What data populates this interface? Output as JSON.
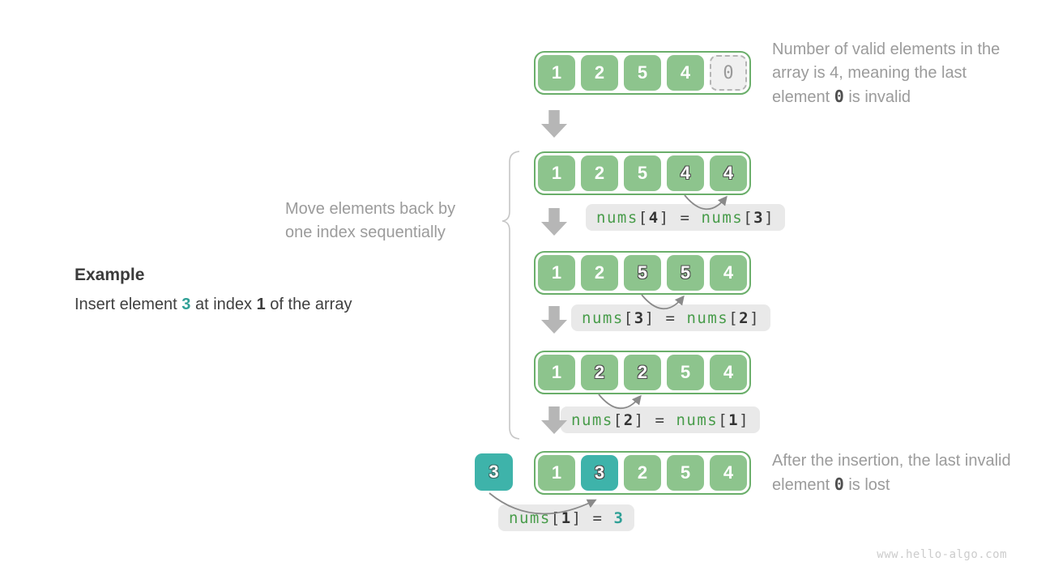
{
  "example": {
    "title": "Example",
    "text_pre": "Insert element ",
    "insert_value": "3",
    "text_mid": " at index ",
    "insert_index": "1",
    "text_post": " of the array"
  },
  "notes": {
    "top": {
      "pre": "Number of valid elements in the array is 4, meaning the last element ",
      "code": "0",
      "post": " is invalid"
    },
    "bottom": {
      "pre": "After the insertion, the last invalid element ",
      "code": "0",
      "post": " is lost"
    },
    "brace_line1": "Move elements back by",
    "brace_line2": "one index sequentially"
  },
  "inserted_value": "3",
  "arrays": [
    {
      "cells": [
        "1",
        "2",
        "5",
        "4",
        "0"
      ]
    },
    {
      "cells": [
        "1",
        "2",
        "5",
        "4",
        "4"
      ]
    },
    {
      "cells": [
        "1",
        "2",
        "5",
        "5",
        "4"
      ]
    },
    {
      "cells": [
        "1",
        "2",
        "2",
        "5",
        "4"
      ]
    },
    {
      "cells": [
        "1",
        "3",
        "2",
        "5",
        "4"
      ]
    }
  ],
  "operations": [
    {
      "fn1": "nums",
      "open1": "[",
      "idx1": "4",
      "mid": "] = ",
      "fn2": "nums",
      "open2": "[",
      "idx2": "3",
      "close2": "]"
    },
    {
      "fn1": "nums",
      "open1": "[",
      "idx1": "3",
      "mid": "] = ",
      "fn2": "nums",
      "open2": "[",
      "idx2": "2",
      "close2": "]"
    },
    {
      "fn1": "nums",
      "open1": "[",
      "idx1": "2",
      "mid": "] = ",
      "fn2": "nums",
      "open2": "[",
      "idx2": "1",
      "close2": "]"
    },
    {
      "fn1": "nums",
      "open1": "[",
      "idx1": "1",
      "mid": "] = ",
      "value": "3"
    }
  ],
  "watermark": "www.hello-algo.com",
  "colors": {
    "cell_green": "#8dc48d",
    "container_border": "#6aae6a",
    "teal": "#3eb3aa",
    "label_bg": "#e9e9e9",
    "code_green": "#489c4a",
    "code_teal": "#2fa096",
    "gray_text": "#9b9b9b",
    "dark_text": "#3f3f3f",
    "flow_arrow_gray": "#b6b6b6",
    "curve_arrow_gray": "#8a8a8a"
  }
}
